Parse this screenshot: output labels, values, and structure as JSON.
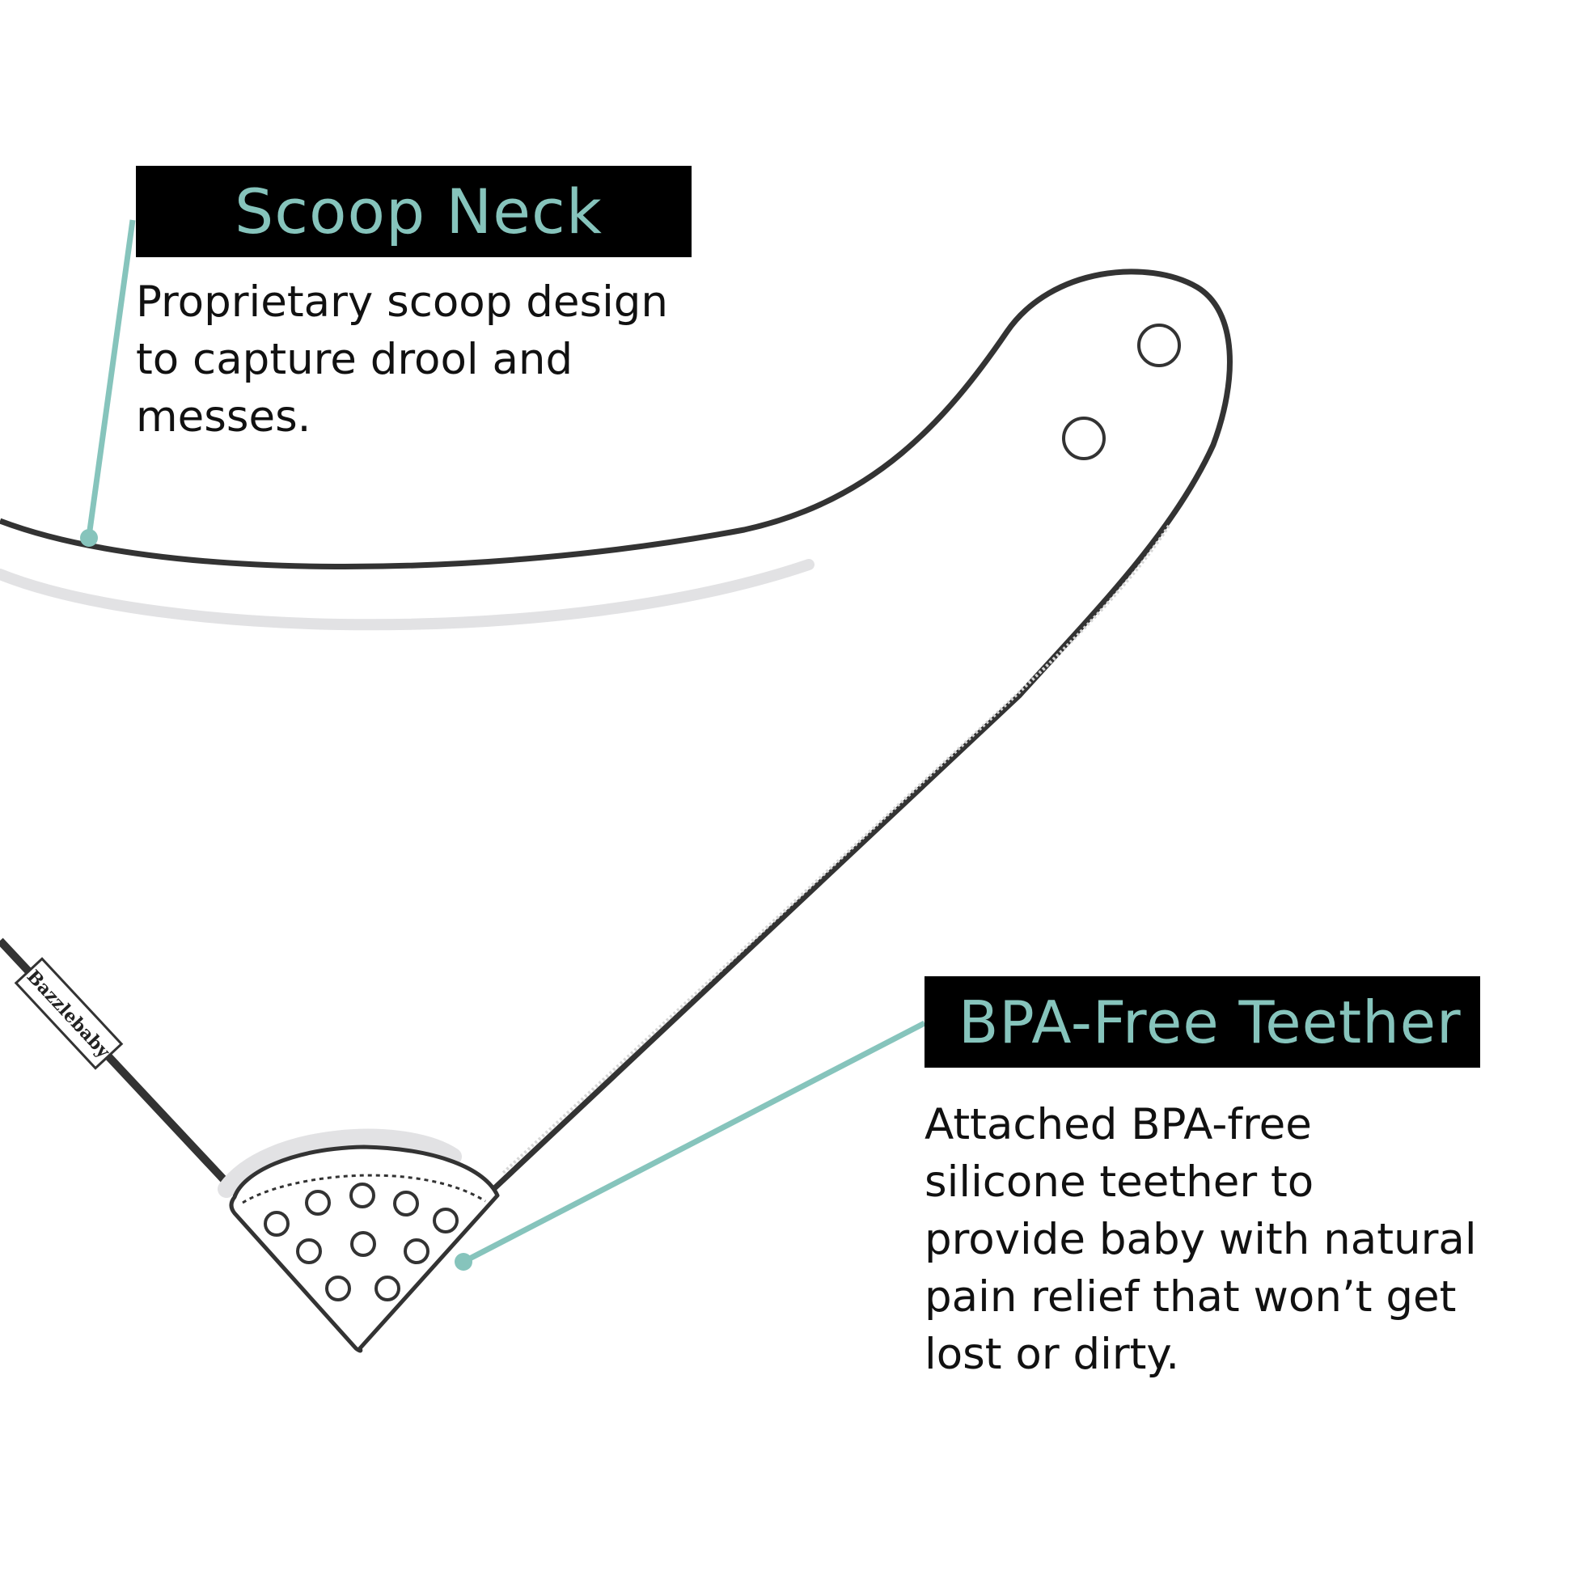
{
  "colors": {
    "accent": "#86c4bc",
    "title_background": "#000000",
    "outline": "#333333",
    "shadow": "#e2e2e4",
    "text": "#111111"
  },
  "callouts": {
    "scoop": {
      "title": "Scoop Neck",
      "lines": [
        "Proprietary scoop design",
        "to capture drool and",
        "messes."
      ]
    },
    "teether": {
      "title": "BPA-Free Teether",
      "lines": [
        "Attached BPA-free",
        "silicone teether to",
        "provide baby with natural",
        "pain relief that won’t get",
        "lost or dirty."
      ]
    }
  },
  "brand_tag": "Bazzlebaby"
}
